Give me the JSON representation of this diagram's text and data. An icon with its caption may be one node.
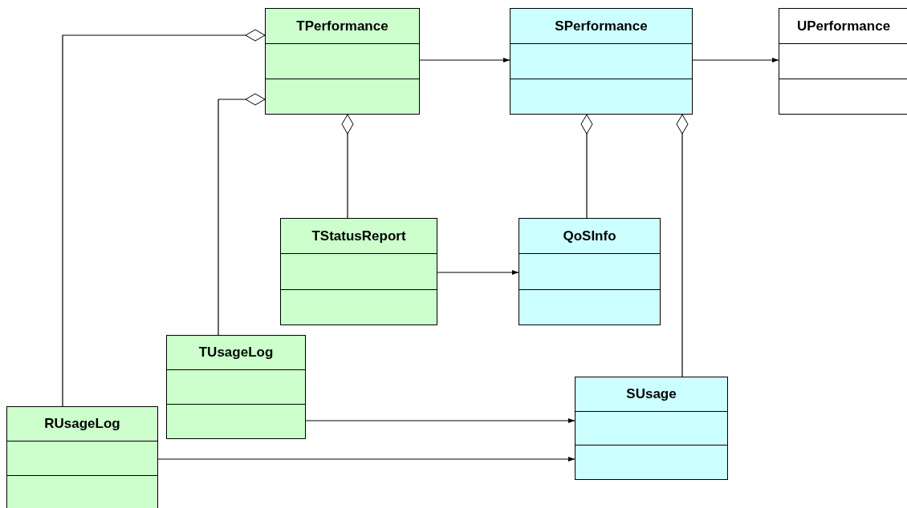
{
  "diagram": {
    "nodes": [
      {
        "text": [
          "TPerformance"
        ]
      },
      {
        "text": [
          "SPerformance"
        ]
      },
      {
        "text": [
          "UPerformance"
        ]
      },
      {
        "text": [
          "TStatusReport"
        ]
      },
      {
        "text": [
          "QoSInfo"
        ]
      },
      {
        "text": [
          "TUsageLog"
        ]
      },
      {
        "text": [
          "SUsage"
        ]
      },
      {
        "text": [
          "RUsageLog"
        ]
      }
    ],
    "edges": [
      {
        "from": 0,
        "to": 1,
        "arrow": "to"
      },
      {
        "from": 1,
        "to": 2,
        "arrow": "to"
      },
      {
        "from": 3,
        "to": 0,
        "arrow": "other"
      },
      {
        "from": 4,
        "to": 1,
        "arrow": "other"
      },
      {
        "from": 6,
        "to": 1,
        "arrow": "other"
      },
      {
        "from": 5,
        "to": 0,
        "arrow": "other"
      },
      {
        "from": 7,
        "to": 0,
        "arrow": "other"
      },
      {
        "from": 3,
        "to": 4,
        "arrow": "to"
      },
      {
        "from": 5,
        "to": 6,
        "arrow": "to"
      },
      {
        "from": 7,
        "to": 6,
        "arrow": "to"
      }
    ]
  }
}
